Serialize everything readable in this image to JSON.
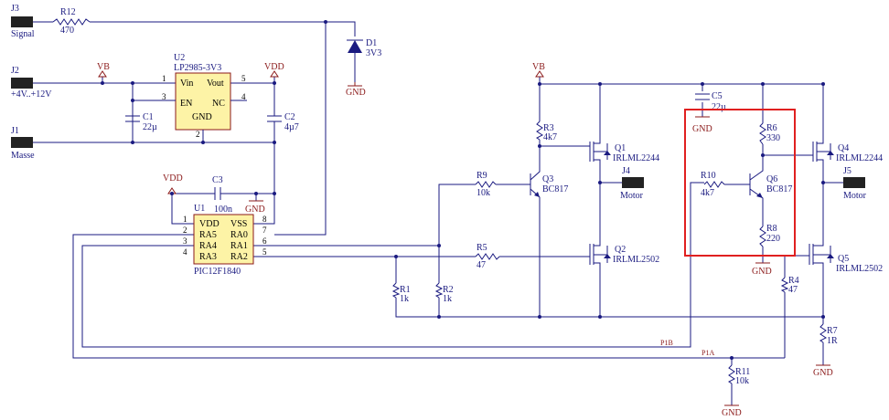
{
  "connectors": {
    "j3": {
      "ref": "J3",
      "label": "Signal"
    },
    "j2": {
      "ref": "J2",
      "label": "+4V..+12V"
    },
    "j1": {
      "ref": "J1",
      "label": "Masse"
    },
    "j4": {
      "ref": "J4",
      "label": "Motor"
    },
    "j5": {
      "ref": "J5",
      "label": "Motor"
    }
  },
  "regulator": {
    "ref": "U2",
    "part": "LP2985-3V3",
    "pins": {
      "vin": "Vin",
      "vout": "Vout",
      "en": "EN",
      "nc": "NC",
      "gnd": "GND"
    },
    "pin_numbers": {
      "vin": "1",
      "en": "3",
      "gnd": "2",
      "vout": "5",
      "nc": "4"
    }
  },
  "mcu": {
    "ref": "U1",
    "part": "PIC12F1840",
    "left_pins": [
      "VDD",
      "RA5",
      "RA4",
      "RA3"
    ],
    "right_pins": [
      "VSS",
      "RA0",
      "RA1",
      "RA2"
    ],
    "left_numbers": [
      "1",
      "2",
      "3",
      "4"
    ],
    "right_numbers": [
      "8",
      "7",
      "6",
      "5"
    ]
  },
  "resistors": {
    "r12": {
      "ref": "R12",
      "value": "470"
    },
    "r9": {
      "ref": "R9",
      "value": "10k"
    },
    "r5": {
      "ref": "R5",
      "value": "47"
    },
    "r3": {
      "ref": "R3",
      "value": "4k7"
    },
    "r1": {
      "ref": "R1",
      "value": "1k"
    },
    "r2": {
      "ref": "R2",
      "value": "1k"
    },
    "r10": {
      "ref": "R10",
      "value": "4k7"
    },
    "r6": {
      "ref": "R6",
      "value": "330"
    },
    "r8": {
      "ref": "R8",
      "value": "220"
    },
    "r4": {
      "ref": "R4",
      "value": "47"
    },
    "r7": {
      "ref": "R7",
      "value": "1R"
    },
    "r11": {
      "ref": "R11",
      "value": "10k"
    }
  },
  "capacitors": {
    "c1": {
      "ref": "C1",
      "value": "22µ"
    },
    "c2": {
      "ref": "C2",
      "value": "4µ7"
    },
    "c3": {
      "ref": "C3",
      "value": "100n"
    },
    "c5": {
      "ref": "C5",
      "value": "22µ"
    }
  },
  "diode": {
    "ref": "D1",
    "value": "3V3"
  },
  "transistors": {
    "q1": {
      "ref": "Q1",
      "part": "IRLML2244"
    },
    "q2": {
      "ref": "Q2",
      "part": "IRLML2502"
    },
    "q3": {
      "ref": "Q3",
      "part": "BC817"
    },
    "q4": {
      "ref": "Q4",
      "part": "IRLML2244"
    },
    "q5": {
      "ref": "Q5",
      "part": "IRLML2502"
    },
    "q6": {
      "ref": "Q6",
      "part": "BC817"
    }
  },
  "power": {
    "vb": "VB",
    "vdd": "VDD",
    "gnd": "GND"
  },
  "nets": {
    "p1a": "P1A",
    "p1b": "P1B"
  },
  "colors": {
    "wire": "#1a1a80",
    "power": "#8b1a1a",
    "chip_fill": "#fdf3a6",
    "highlight": "#e02020",
    "connector": "#222222"
  }
}
